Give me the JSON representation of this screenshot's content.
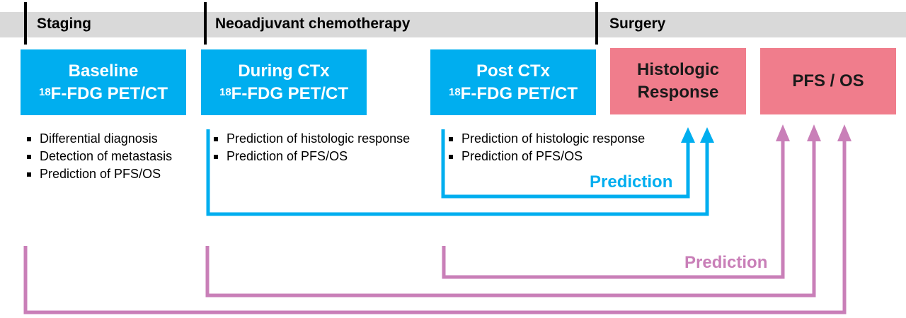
{
  "phases": [
    "Staging",
    "Neoadjuvant chemotherapy",
    "Surgery"
  ],
  "boxes": {
    "baseline": {
      "line1": "Baseline",
      "sup": "18",
      "line2": "F-FDG PET/CT"
    },
    "during": {
      "line1": "During CTx",
      "sup": "18",
      "line2": "F-FDG PET/CT"
    },
    "post": {
      "line1": "Post CTx",
      "sup": "18",
      "line2": "F-FDG PET/CT"
    },
    "histologic": {
      "line1": "Histologic",
      "line2": "Response"
    },
    "pfs": {
      "line1": "PFS / OS"
    }
  },
  "bullets": {
    "baseline": [
      "Differential diagnosis",
      "Detection of metastasis",
      "Prediction of PFS/OS"
    ],
    "during": [
      "Prediction of histologic response",
      "Prediction of PFS/OS"
    ],
    "post": [
      "Prediction of histologic response",
      "Prediction of PFS/OS"
    ]
  },
  "labels": {
    "prediction_blue": "Prediction",
    "prediction_pink": "Prediction"
  },
  "colors": {
    "blue": "#00aeef",
    "pink": "#f07d8c",
    "purple": "#c97fb8"
  }
}
